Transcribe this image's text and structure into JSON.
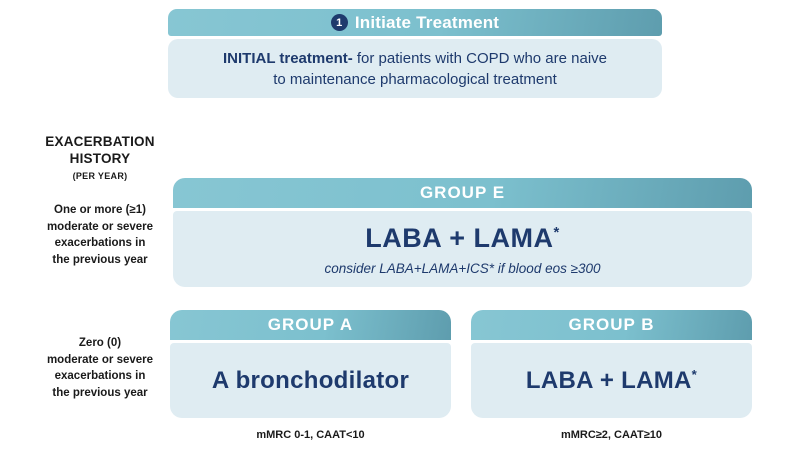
{
  "banner": {
    "step_number": "1",
    "title": "Initiate Treatment"
  },
  "intro": {
    "bold": "INITIAL treatment-",
    "line1_rest": " for patients with COPD who are naive",
    "line2": "to maintenance pharmacological treatment"
  },
  "axis": {
    "title": "EXACERBATION HISTORY",
    "subtitle": "(PER YEAR)"
  },
  "row_labels": {
    "exacerbations_high": [
      "One or more (≥1)",
      "moderate or severe",
      "exacerbations in",
      "the previous year"
    ],
    "exacerbations_zero": [
      "Zero (0)",
      "moderate or severe",
      "exacerbations in",
      "the previous year"
    ]
  },
  "groups": {
    "e": {
      "name": "GROUP E",
      "treatment": "LABA + LAMA",
      "asterisk": "*",
      "note": "consider LABA+LAMA+ICS* if blood eos ≥300"
    },
    "a": {
      "name": "GROUP A",
      "treatment": "A bronchodilator",
      "footnote": "mMRC 0-1, CAAT<10"
    },
    "b": {
      "name": "GROUP B",
      "treatment": "LABA + LAMA",
      "asterisk": "*",
      "footnote": "mMRC≥2, CAAT≥10"
    }
  },
  "colors": {
    "teal_light": "#87c6d3",
    "teal_mid": "#7cc0ce",
    "teal_dark": "#5e9dae",
    "body_blue": "#dfecf2",
    "navy": "#1e3a6d"
  }
}
